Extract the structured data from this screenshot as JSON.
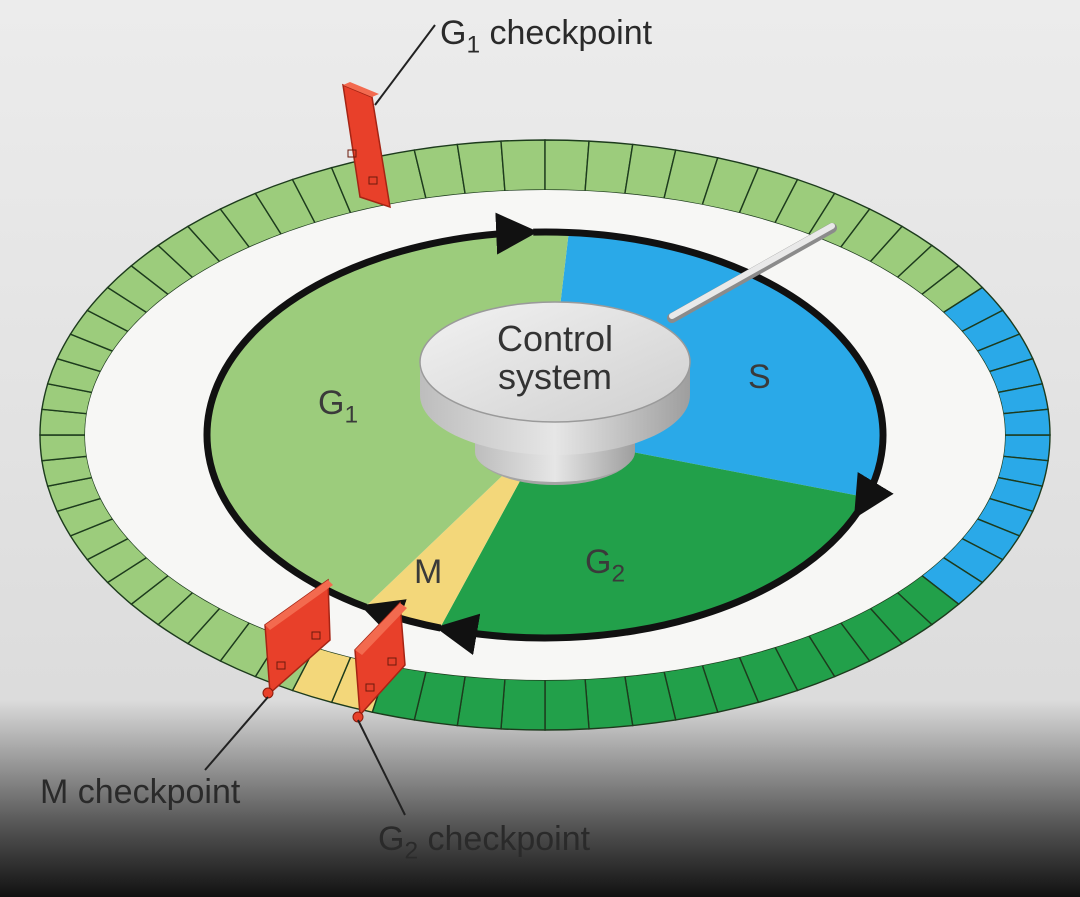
{
  "labels": {
    "g1_checkpoint": {
      "letter": "G",
      "sub": "1",
      "text": "checkpoint"
    },
    "m_checkpoint": "M checkpoint",
    "g2_checkpoint": {
      "letter": "G",
      "sub": "2",
      "text": "checkpoint"
    },
    "control_system": {
      "line1": "Control",
      "line2": "system"
    },
    "phase_g1": {
      "letter": "G",
      "sub": "1"
    },
    "phase_s": "S",
    "phase_g2": {
      "letter": "G",
      "sub": "2"
    },
    "phase_m": "M"
  },
  "colors": {
    "g1": "#9ccc7c",
    "s": "#2aa9e8",
    "g2": "#22a04a",
    "m": "#f3d77a",
    "checkpoint": "#e8402a",
    "white_track": "#f7f7f5",
    "background": "#ececec",
    "arrow": "#111111"
  }
}
